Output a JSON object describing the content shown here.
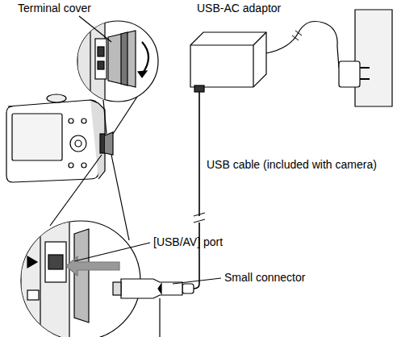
{
  "diagram": {
    "labels": [
      "Terminal cover",
      "USB-AC adaptor",
      "USB cable (included with camera)",
      "[USB/AV] port",
      "Small connector"
    ]
  }
}
